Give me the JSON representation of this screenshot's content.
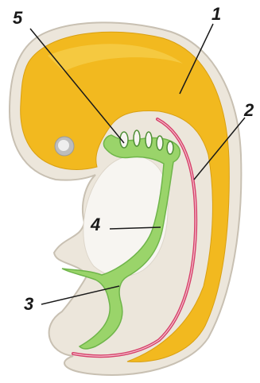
{
  "labels": [
    {
      "id": "label-1",
      "text": "1"
    },
    {
      "id": "label-2",
      "text": "2"
    },
    {
      "id": "label-3",
      "text": "3"
    },
    {
      "id": "label-4",
      "text": "4"
    },
    {
      "id": "label-5",
      "text": "5"
    }
  ],
  "colors": {
    "outer_tissue": "#ece6db",
    "outer_stroke": "#c8c0b2",
    "neural_yellow": "#f2b91f",
    "neural_yellow_light": "#f7d04f",
    "notochord_red": "#d6416a",
    "gut_green": "#9ad46a",
    "gut_green_dark": "#6fb54a",
    "cavity_white": "#f7f5f1",
    "eye_grey": "#d8d8d8"
  }
}
